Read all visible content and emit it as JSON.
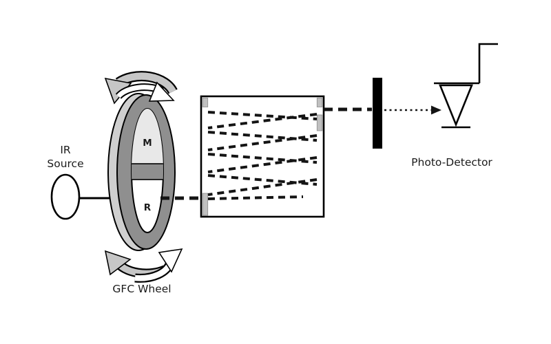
{
  "diagram": {
    "ir_source": {
      "line1": "IR",
      "line2": "Source"
    },
    "wheel": {
      "label": "GFC Wheel",
      "cell_m": "M",
      "cell_r": "R"
    },
    "detector": {
      "label": "Photo-Detector"
    },
    "colors": {
      "background": "#ffffff",
      "wheel_ring": "#8f8f8f",
      "wheel_rim": "#cfcfcf",
      "wheel_window": "#e8e8e8",
      "rotation_arrow_gray": "#c6c6c6",
      "rotation_arrow_white": "#ffffff",
      "mirror_tab": "#c0c0c0",
      "beam": "#141414",
      "filter_bar": "#000000",
      "outline": "#000000"
    }
  }
}
